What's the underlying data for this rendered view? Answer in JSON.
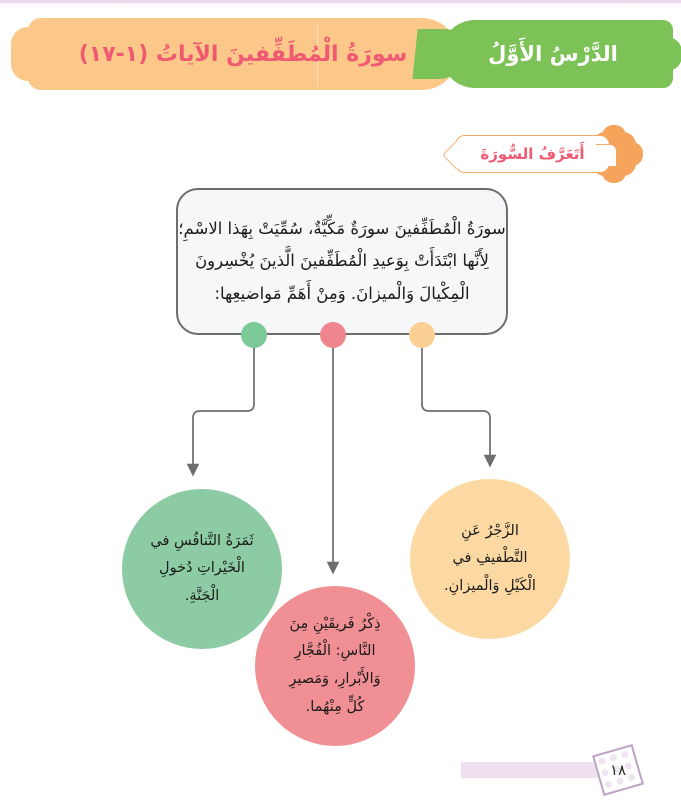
{
  "header": {
    "lesson_label": "الدَّرْسُ الأَوَّلُ",
    "title": "سورَةُ الْمُطَفِّفينَ الآياتُ (١-١٧)",
    "green_color": "#7cc257",
    "orange_color": "#fbc889",
    "title_text_color": "#ef5a72"
  },
  "section": {
    "badge_label": "أَتَعَرَّفُ السُّورَةَ",
    "badge_accent": "#f6a45c",
    "badge_text_color": "#ef5a72"
  },
  "intro": {
    "line1": "سورَةُ الْمُطَفِّفينَ سورَةٌ مَكِّيَّةٌ، سُمِّيَتْ بِهَذا الاسْمِ؛",
    "line2": "لِأَنَّها ابْتَدَأَتْ بِوَعيدِ الْمُطَفِّفينَ الَّذينَ يُخْسِرونَ",
    "line3": "الْمِكْيالَ وَالْميزانَ. وَمِنْ أَهَمِّ مَواضيعِها:",
    "box_fill": "#f6f7f8",
    "box_border": "#6d6d6d"
  },
  "nodes": {
    "green_dot_color": "#7cc998",
    "pink_dot_color": "#f0868d",
    "orange_dot_color": "#fbd094",
    "connector_color": "#6d6d6d"
  },
  "topics": [
    {
      "id": "green",
      "color": "#8ccba3",
      "lines": [
        "ثَمَرَةُ التَّنافُسِ في",
        "الْخَيْراتِ دُخولِ",
        "الْجَنَّةِ."
      ]
    },
    {
      "id": "pink",
      "color": "#f08f94",
      "lines": [
        "ذِكْرُ فَريقَيْنِ مِنَ",
        "النَّاسِ: الْفُجَّارِ",
        "وَالأَبْرارِ، وَمَصيرِ",
        "كُلٍّ مِنْهُما."
      ]
    },
    {
      "id": "orange",
      "color": "#fcd9a3",
      "lines": [
        "الزَّجْرُ عَنِ",
        "التَّطْفيفِ في",
        "الْكَيْلِ وَالْميزانِ."
      ]
    }
  ],
  "footer": {
    "page_number": "١٨",
    "bar_color": "#eee0ef",
    "badge_border": "#bda2c6"
  }
}
